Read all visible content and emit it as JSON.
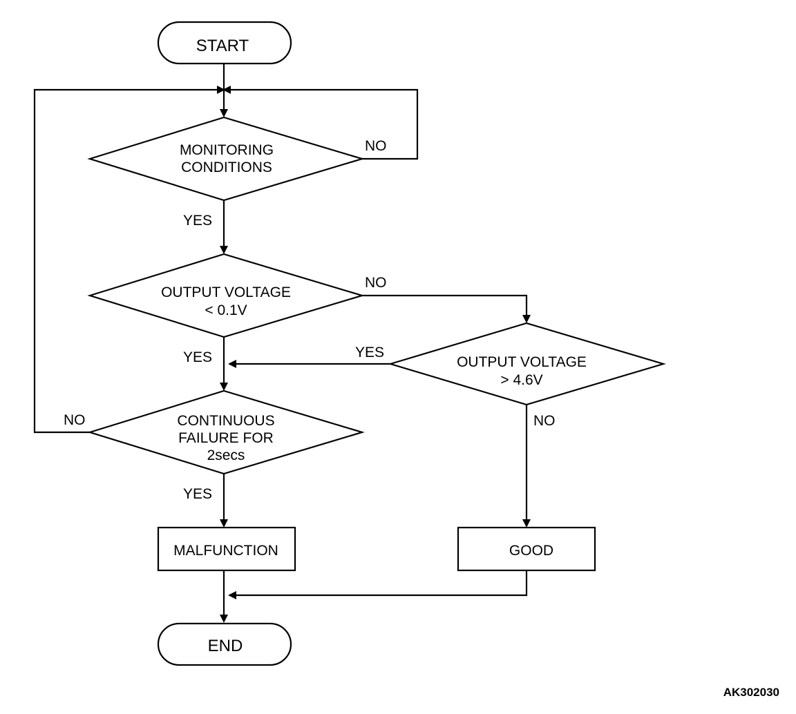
{
  "flowchart": {
    "start": "START",
    "end": "END",
    "decisions": {
      "monitoring": [
        "MONITORING",
        "CONDITIONS"
      ],
      "output_low": [
        "OUTPUT VOLTAGE",
        "< 0.1V"
      ],
      "output_high": [
        "OUTPUT VOLTAGE",
        "> 4.6V"
      ],
      "continuous": [
        "CONTINUOUS",
        "FAILURE FOR",
        "2secs"
      ]
    },
    "results": {
      "malfunction": "MALFUNCTION",
      "good": "GOOD"
    },
    "branch_labels": {
      "monitoring_no": "NO",
      "monitoring_yes": "YES",
      "output_low_no": "NO",
      "output_low_yes": "YES",
      "output_high_yes": "YES",
      "output_high_no": "NO",
      "continuous_no": "NO",
      "continuous_yes": "YES"
    },
    "figure_code": "AK302030"
  }
}
